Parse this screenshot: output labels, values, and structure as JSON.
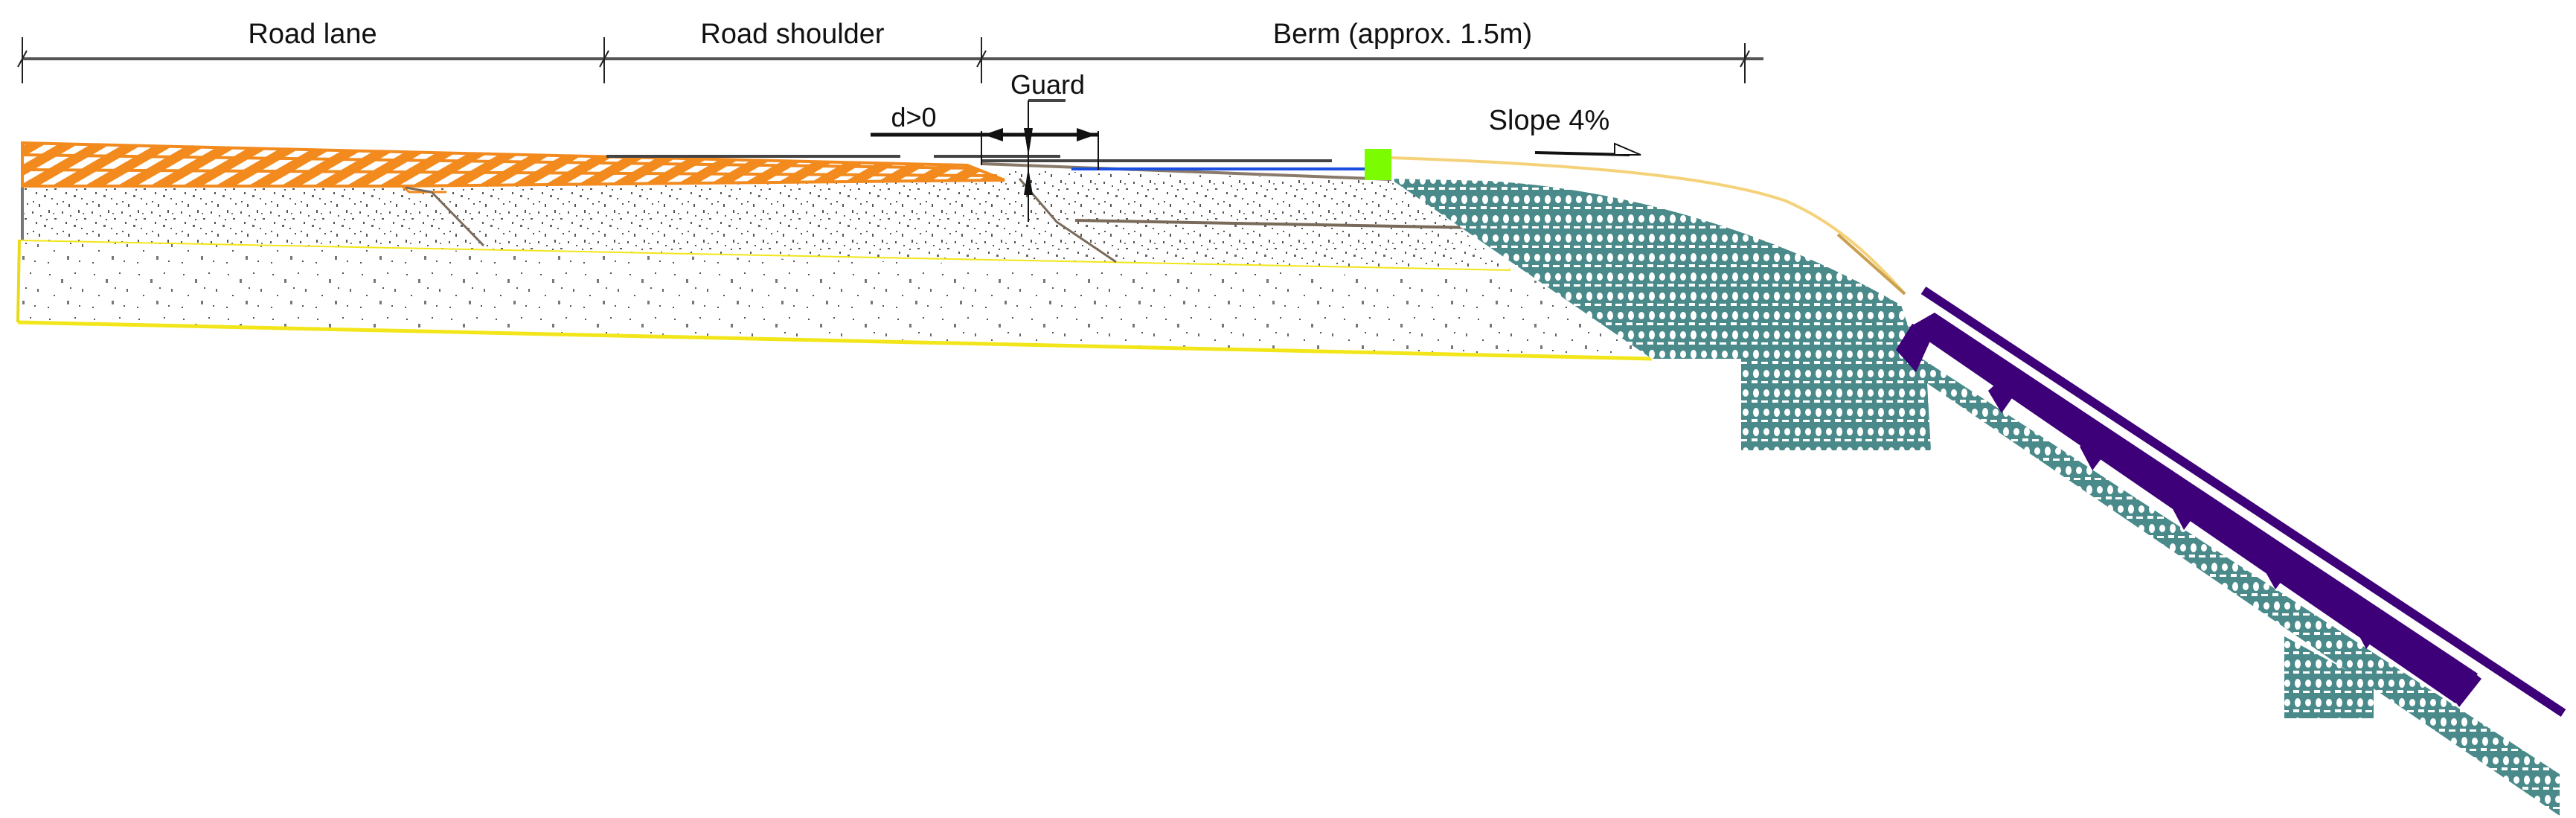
{
  "dimensions": {
    "road_lane": "Road lane",
    "road_shoulder": "Road shoulder",
    "berm": "Berm (approx. 1.5m)"
  },
  "annotations": {
    "d_label": "d>0",
    "guard_label": "Guard",
    "slope_label": "Slope 4%"
  },
  "colors": {
    "asphalt": "#f28a1e",
    "base_line": "#f2e61a",
    "gabion": "#4a8a8a",
    "geo_membrane": "#3d0078",
    "guard_post": "#7cfc00",
    "water_line": "#1a4fe0",
    "topsoil_line": "#f5d27a",
    "dimension_line": "#555555"
  }
}
